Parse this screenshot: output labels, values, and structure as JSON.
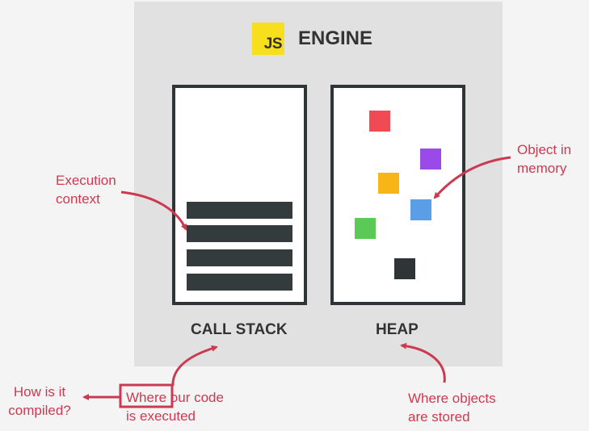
{
  "engine": {
    "logo_text": "JS",
    "title": "ENGINE",
    "logo_color": "#f7df1e",
    "panel_color": "#e1e1e1"
  },
  "call_stack": {
    "label": "CALL STACK",
    "frame_count": 4
  },
  "heap": {
    "label": "HEAP",
    "objects": [
      {
        "color": "#f04b54"
      },
      {
        "color": "#9a4ae8"
      },
      {
        "color": "#f8b616"
      },
      {
        "color": "#5a9ee8"
      },
      {
        "color": "#5bc956"
      },
      {
        "color": "#2f3537"
      }
    ]
  },
  "annotations": {
    "execution_context": {
      "line1": "Execution",
      "line2": "context"
    },
    "object_in_memory": {
      "line1": "Object in",
      "line2": "memory"
    },
    "where_code_executed": {
      "line1": "Where our code",
      "line2": "is executed"
    },
    "where_objects_stored": {
      "line1": "Where objects",
      "line2": "are stored"
    },
    "how_compiled": {
      "line1": "How is it",
      "line2": "compiled?"
    }
  },
  "accent_color": "#cc3a52"
}
